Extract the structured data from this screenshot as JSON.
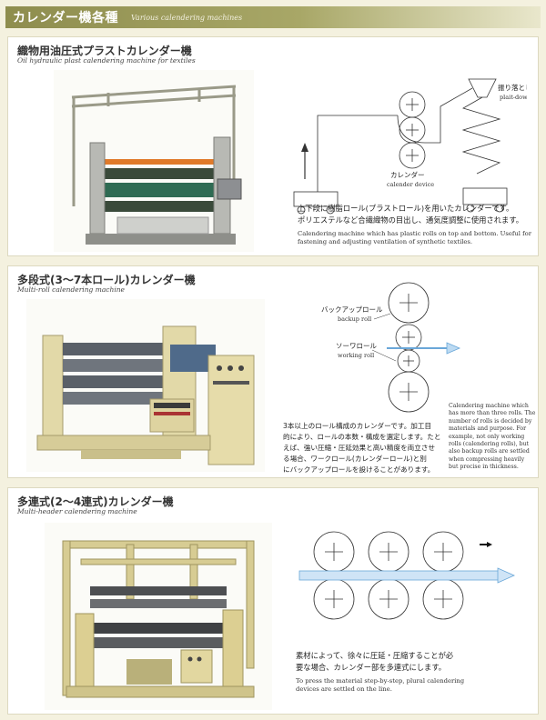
{
  "header": {
    "title": "カレンダー機各種",
    "subtitle": "Various calendering machines"
  },
  "sections": [
    {
      "title": "織物用油圧式プラストカレンダー機",
      "subtitle": "Oil hydraulic plast calendering machine for textiles",
      "labels": {
        "plaitdown_ja": "振り落とし",
        "plaitdown_en": "plait-down",
        "calender_ja": "カレンダー",
        "calender_en": "calender device"
      },
      "body_ja": [
        "上下段に樹脂ロール(プラストロール)を用いたカレンダーです。",
        "ポリエステルなど合繊織物の目出し、通気度調整に使用されます。"
      ],
      "body_en": [
        "Calendering machine which has plastic rolls on top and bottom. Useful for",
        "fastening and adjusting ventilation of synthetic textiles."
      ]
    },
    {
      "title": "多段式(3〜7本ロール)カレンダー機",
      "subtitle": "Multi-roll calendering machine",
      "labels": {
        "backup_ja": "バックアップロール",
        "backup_en": "backup roll",
        "working_ja": "ソーワロール",
        "working_en": "working roll"
      },
      "body_ja": [
        "3本以上のロール構成のカレンダーです。加工目",
        "的により、ロールの本数・構成を選定します。たと",
        "えば、強い圧縮・圧延効果と高い精度を両立させ",
        "る場合、ワークロール(カレンダーロール)と別",
        "にバックアップロールを設けることがあります。"
      ],
      "body_en": [
        "Calendering machine which",
        "has more than three rolls. The",
        "number of rolls is decided by",
        "materials and purpose. For",
        "example, not only working",
        "rolls (calendering rolls), but",
        "also backup rolls are settled",
        "when compressing heavily",
        "but precise in thickness."
      ]
    },
    {
      "title": "多連式(2〜4連式)カレンダー機",
      "subtitle": "Multi-header calendering machine",
      "body_ja": [
        "素材によって、徐々に圧延・圧縮することが必",
        "要な場合、カレンダー部を多連式にします。"
      ],
      "body_en": [
        "To press the material step-by-step, plural calendering",
        "devices are settled on the line."
      ]
    }
  ]
}
